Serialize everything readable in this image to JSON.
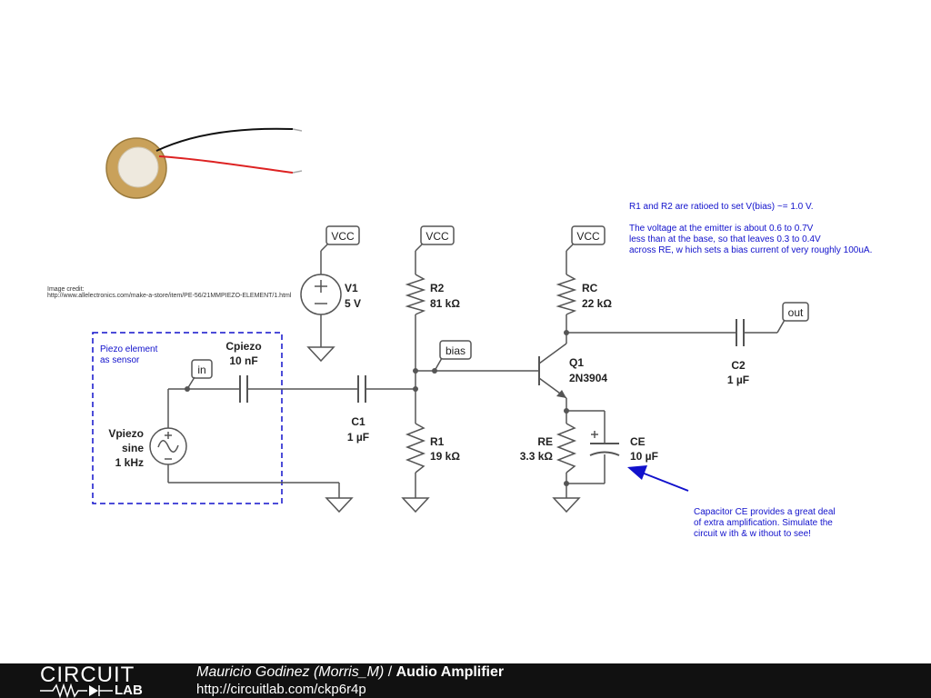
{
  "image_credit": {
    "line1": "Image credit:",
    "line2": "http://www.allelectronics.com/make-a-store/item/PE-56/21MMPIEZO-ELEMENT/1.html"
  },
  "notes": {
    "bias_line1": "R1 and R2 are ratioed to set V(bias) ~= 1.0 V.",
    "bias_line2": "The voltage at the emitter is about 0.6 to 0.7V",
    "bias_line3": "less than at the base, so that leaves 0.3 to 0.4V",
    "bias_line4": "across RE, w hich sets a bias current of very roughly 100uA.",
    "ce_line1": "Capacitor CE provides a great deal",
    "ce_line2": "of extra amplification. Simulate the",
    "ce_line3": "circuit w ith & w ithout to see!",
    "piezo_line1": "Piezo element",
    "piezo_line2": "as sensor"
  },
  "nets": {
    "vcc1": "VCC",
    "vcc2": "VCC",
    "vcc3": "VCC",
    "bias": "bias",
    "in": "in",
    "out": "out"
  },
  "components": {
    "v1": {
      "name": "V1",
      "value": "5 V"
    },
    "r2": {
      "name": "R2",
      "value": "81 kΩ"
    },
    "r1": {
      "name": "R1",
      "value": "19 kΩ"
    },
    "rc": {
      "name": "RC",
      "value": "22 kΩ"
    },
    "re": {
      "name": "RE",
      "value": "3.3 kΩ"
    },
    "q1": {
      "name": "Q1",
      "value": "2N3904"
    },
    "c1": {
      "name": "C1",
      "value": "1 µF"
    },
    "c2": {
      "name": "C2",
      "value": "1 µF"
    },
    "ce": {
      "name": "CE",
      "value": "10 µF"
    },
    "cpiezo": {
      "name": "Cpiezo",
      "value": "10 nF"
    },
    "vpiezo": {
      "name": "Vpiezo",
      "type": "sine",
      "freq": "1 kHz"
    }
  },
  "footer": {
    "logo_top": "CIRCUIT",
    "logo_bottom": "LAB",
    "author": "Mauricio Godinez (Morris_M)",
    "separator": " / ",
    "title": "Audio Amplifier",
    "url": "http://circuitlab.com/ckp6r4p"
  },
  "colors": {
    "note_blue": "#1111cc",
    "piezo_box": "#1111cc",
    "wire": "#555555",
    "footer_bg": "#111111"
  }
}
